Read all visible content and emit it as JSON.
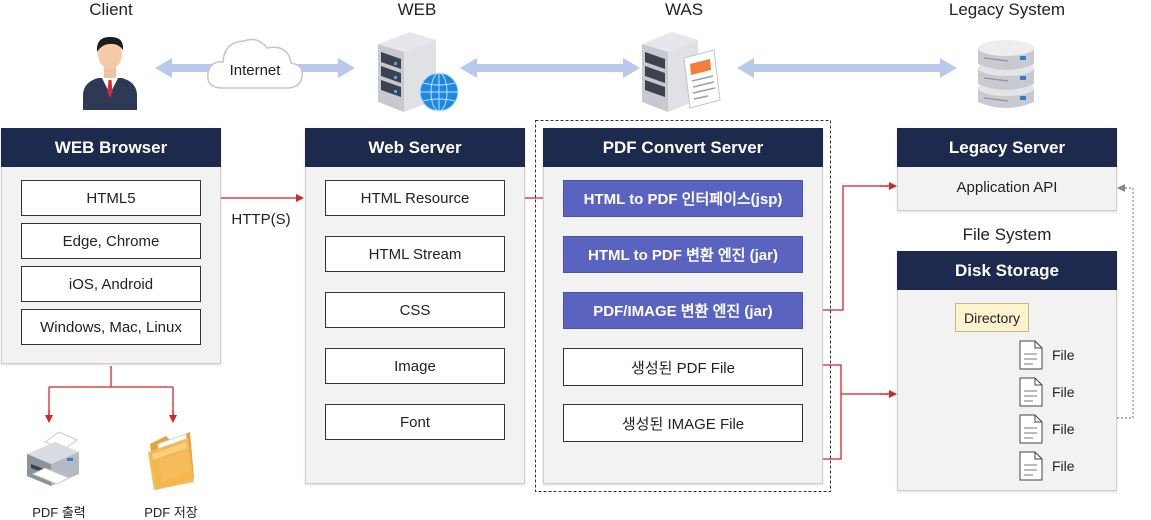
{
  "tiers": {
    "client": "Client",
    "web": "WEB",
    "was": "WAS",
    "legacy": "Legacy System"
  },
  "cloud_label": "Internet",
  "browser": {
    "title": "WEB Browser",
    "items": [
      "HTML5",
      "Edge, Chrome",
      "iOS, Android",
      "Windows, Mac, Linux"
    ]
  },
  "protocol_label": "HTTP(S)",
  "web_server": {
    "title": "Web Server",
    "items": [
      "HTML Resource",
      "HTML Stream",
      "CSS",
      "Image",
      "Font"
    ]
  },
  "pdf_server": {
    "title": "PDF Convert Server",
    "engines": [
      "HTML to PDF 인터페이스(jsp)",
      "HTML to PDF 변환 엔진 (jar)",
      "PDF/IMAGE 변환 엔진 (jar)"
    ],
    "outputs": [
      "생성된 PDF File",
      "생성된 IMAGE File"
    ]
  },
  "legacy_server": {
    "title": "Legacy Server",
    "api": "Application API"
  },
  "file_system": {
    "label": "File System",
    "title": "Disk Storage",
    "directory": "Directory",
    "files": [
      "File",
      "File",
      "File",
      "File"
    ]
  },
  "outputs": {
    "print": "PDF 출력",
    "save": "PDF 저장"
  },
  "colors": {
    "navy": "#1d2a4d",
    "engine": "#5b63c0",
    "arrow_red": "#d8232a",
    "arrow_blue": "#b9c9ec"
  }
}
